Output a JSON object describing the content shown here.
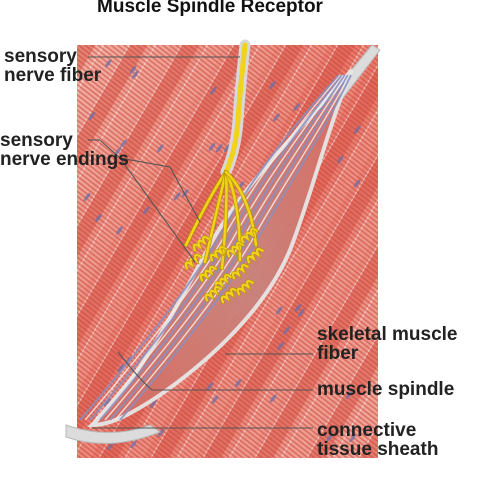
{
  "title": "Muscle Spindle Receptor",
  "labels": {
    "sensory_nerve_fiber": [
      "sensory",
      "nerve fiber"
    ],
    "sensory_nerve_endings": [
      "sensory",
      "nerve endings"
    ],
    "skeletal_muscle_fiber": [
      "skeletal muscle",
      "fiber"
    ],
    "muscle_spindle": [
      "muscle spindle"
    ],
    "connective_tissue_sheath": [
      "connective",
      "tissue sheath"
    ]
  },
  "colors": {
    "muscle_light": "#f4a89e",
    "muscle_dark": "#d9594d",
    "striation": "#c74538",
    "nucleus": "#6b6fa8",
    "nerve": "#f2d21a",
    "nerve_outline": "#b49400",
    "sheath": "#d7d7d7",
    "leader_line": "#555555",
    "text": "#222222"
  }
}
